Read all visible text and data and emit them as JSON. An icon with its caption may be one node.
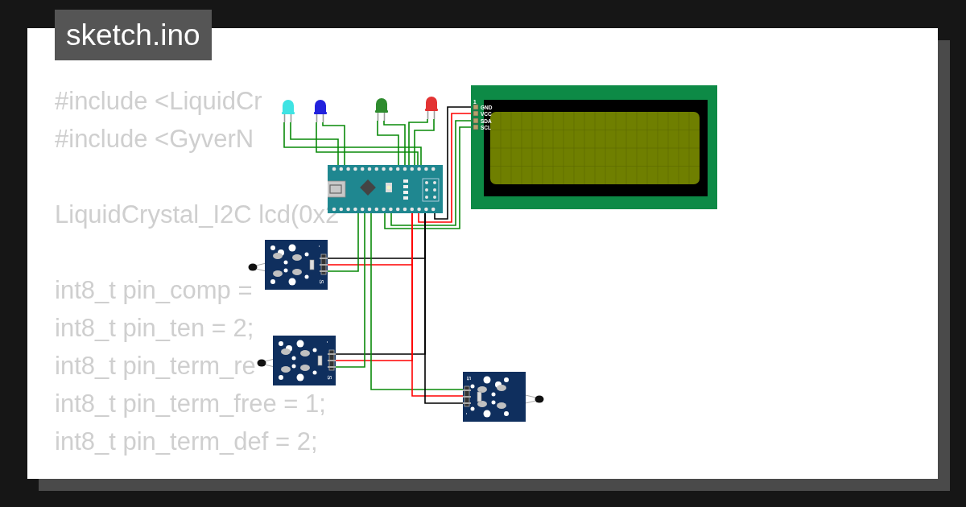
{
  "diagram": {
    "nodes": [
      {
        "text": [],
        "shape": "picture"
      },
      {
        "text": [],
        "shape": "picture"
      },
      {
        "text": [],
        "shape": "picture"
      },
      {
        "text": [],
        "shape": "picture"
      },
      {
        "text": [
          "1",
          "GND",
          "VCC",
          "SDA",
          "SCL"
        ]
      },
      {
        "text": [],
        "shape": "picture"
      },
      {
        "text": [
          "-",
          "S"
        ]
      },
      {
        "text": [
          "-",
          "S"
        ]
      },
      {
        "text": [
          "S",
          "-"
        ]
      }
    ],
    "edges": [
      {
        "from": 0,
        "to": 5,
        "arrow": "none"
      },
      {
        "from": 0,
        "to": 5,
        "arrow": "none"
      },
      {
        "from": 1,
        "to": 5,
        "arrow": "none"
      },
      {
        "from": 1,
        "to": 5,
        "arrow": "none"
      },
      {
        "from": 2,
        "to": 5,
        "arrow": "none"
      },
      {
        "from": 2,
        "to": 5,
        "arrow": "none"
      },
      {
        "from": 3,
        "to": 5,
        "arrow": "none"
      },
      {
        "from": 3,
        "to": 5,
        "arrow": "none"
      },
      {
        "from": 4,
        "to": 5,
        "arrow": "none",
        "color": "#000000"
      },
      {
        "from": 4,
        "to": 5,
        "arrow": "none",
        "color": "#ff0000"
      },
      {
        "from": 4,
        "to": 5,
        "arrow": "none"
      },
      {
        "from": 4,
        "to": 5,
        "arrow": "none"
      },
      {
        "from": 6,
        "to": 5,
        "arrow": "none",
        "color": "#000000"
      },
      {
        "from": 6,
        "to": 5,
        "arrow": "none",
        "color": "#ff0000"
      },
      {
        "from": 6,
        "to": 5,
        "arrow": "none"
      },
      {
        "from": 7,
        "to": 5,
        "arrow": "none",
        "color": "#000000"
      },
      {
        "from": 7,
        "to": 5,
        "arrow": "none",
        "color": "#ff0000"
      },
      {
        "from": 7,
        "to": 5,
        "arrow": "none"
      },
      {
        "from": 8,
        "to": 5,
        "arrow": "none"
      },
      {
        "from": 8,
        "to": 5,
        "arrow": "none",
        "color": "#ff0000"
      },
      {
        "from": 8,
        "to": 5,
        "arrow": "none",
        "color": "#000000"
      }
    ],
    "labels": [
      "sketch.ino",
      "#include <LiquidCr",
      "#include <GyverN",
      "LiquidCrystal_I2C lcd(0x2",
      "int8_t pin_comp =",
      "int8_t pin_ten = 2;",
      "int8_t pin_term_re",
      "int8_t pin_term_free = 1;",
      "int8_t pin_term_def = 2;"
    ]
  }
}
